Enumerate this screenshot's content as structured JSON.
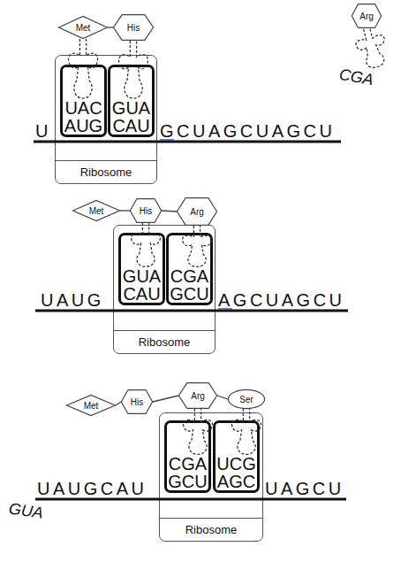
{
  "diagram": {
    "nodes": [
      {
        "text": [
          "Ribosome"
        ]
      },
      {
        "text": [
          "UAC",
          "AUG"
        ],
        "in": 0
      },
      {
        "text": [
          "GUA",
          "CAU"
        ],
        "in": 0
      },
      {
        "text": [
          "Met"
        ]
      },
      {
        "text": [
          "His"
        ]
      },
      {
        "text": [
          "Arg"
        ]
      },
      {
        "text": [
          "Ribosome"
        ]
      },
      {
        "text": [
          "GUA",
          "CAU"
        ],
        "in": 6
      },
      {
        "text": [
          "CGA",
          "GCU"
        ],
        "in": 6
      },
      {
        "text": [
          "Met"
        ]
      },
      {
        "text": [
          "His"
        ]
      },
      {
        "text": [
          "Arg"
        ]
      },
      {
        "text": [
          "Ribosome"
        ]
      },
      {
        "text": [
          "CGA",
          "GCU"
        ],
        "in": 12
      },
      {
        "text": [
          "UCG",
          "AGC"
        ],
        "in": 12
      },
      {
        "text": [
          "Met"
        ]
      },
      {
        "text": [
          "His"
        ]
      },
      {
        "text": [
          "Arg"
        ]
      },
      {
        "text": [
          "Ser"
        ]
      }
    ],
    "edges": [
      {
        "from": 3,
        "to": 4,
        "arrow": "none"
      },
      {
        "from": 9,
        "to": 10,
        "arrow": "none"
      },
      {
        "from": 10,
        "to": 11,
        "arrow": "none"
      },
      {
        "from": 15,
        "to": 16,
        "arrow": "none"
      },
      {
        "from": 16,
        "to": 17,
        "arrow": "none"
      },
      {
        "from": 17,
        "to": 18,
        "arrow": "none"
      }
    ],
    "labels": [
      "CGA",
      "U",
      "GCUAGCUAGCU",
      "UAUG",
      "AGCUAGCU",
      "GUA",
      "UAUGCAU",
      "UAGCU"
    ]
  }
}
